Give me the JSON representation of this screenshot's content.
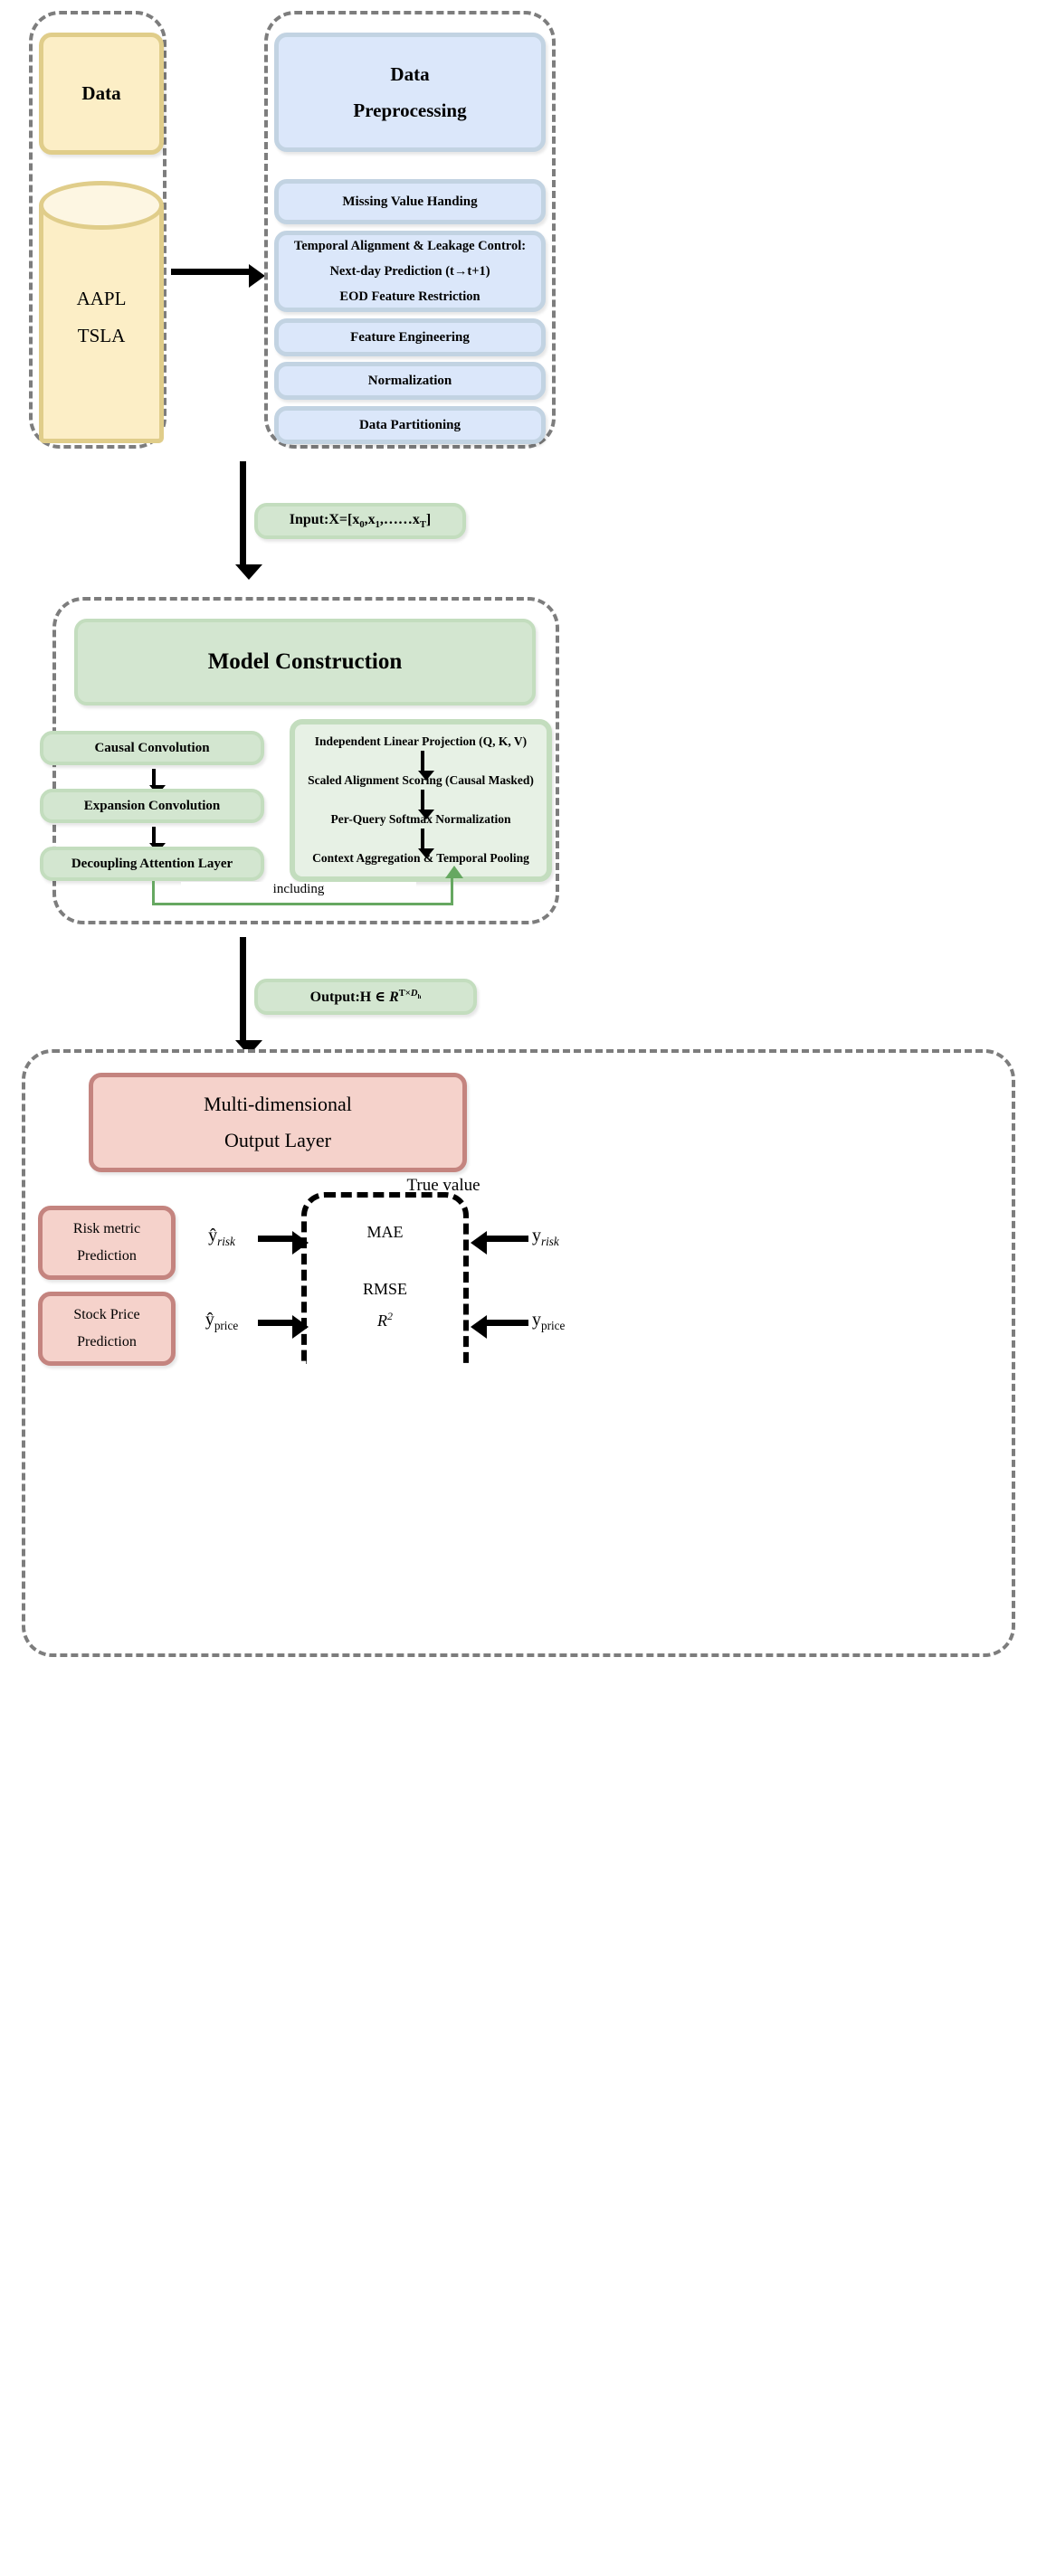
{
  "diagram": {
    "title": "Stock prediction model architecture flowchart",
    "colors": {
      "data_fill": "#fceec6",
      "data_stroke": "#e0cd8a",
      "preprocess_fill": "#dbe7fa",
      "preprocess_stroke": "#c2d3e2",
      "model_fill": "#d3e6d0",
      "model_stroke": "#c3ddbe",
      "output_fill": "#f5d2cb",
      "output_stroke": "#c4847f",
      "group_dash": "#7d7d7d",
      "arrow": "#000000",
      "including_connector": "#66a861"
    }
  },
  "data_section": {
    "title": "Data",
    "cylinder": {
      "line1": "AAPL",
      "line2": "TSLA"
    }
  },
  "preprocessing_section": {
    "title_line1": "Data",
    "title_line2": "Preprocessing",
    "steps": [
      {
        "label": "Missing Value Handing"
      },
      {
        "label_line1": "Temporal Alignment & Leakage Control:",
        "label_line2": "Next-day Prediction (t→t+1)",
        "label_line3": "EOD Feature Restriction"
      },
      {
        "label": "Feature Engineering"
      },
      {
        "label": "Normalization"
      },
      {
        "label": "Data Partitioning"
      }
    ]
  },
  "input_connector": {
    "text_prefix": "Input:X=[x",
    "sub0": "0",
    "sep1": ",x",
    "sub1": "1",
    "sep2": ",……x",
    "subT": "T",
    "suffix": "]"
  },
  "model_section": {
    "title": "Model Construction",
    "left_column": [
      {
        "label": "Causal Convolution"
      },
      {
        "label": "Expansion Convolution"
      },
      {
        "label": "Decoupling Attention Layer"
      }
    ],
    "right_column": [
      {
        "label": "Independent Linear Projection (Q, K, V)"
      },
      {
        "label": "Scaled Alignment Scoring (Causal Masked)"
      },
      {
        "label": "Per-Query Softmax Normalization"
      },
      {
        "label": "Context Aggregation & Temporal Pooling"
      }
    ],
    "connector_label": "including"
  },
  "output_connector": {
    "text_prefix": "Output:H ∈ ",
    "symbol": "R",
    "sup_T": "T×",
    "sup_D": "D",
    "sup_h": "h"
  },
  "output_section": {
    "title_line1": "Multi-dimensional",
    "title_line2": "Output Layer",
    "true_value_label": "True value",
    "predictions": [
      {
        "line1": "Risk metric",
        "line2": "Prediction"
      },
      {
        "line1": "Stock Price",
        "line2": "Prediction"
      }
    ],
    "pred_symbols": [
      {
        "hat": "ŷ",
        "sub": "risk",
        "italic": true
      },
      {
        "hat": "ŷ",
        "sub": "price",
        "italic": false
      }
    ],
    "true_symbols": [
      {
        "base": "y",
        "sub": "risk",
        "italic": true
      },
      {
        "base": "y",
        "sub": "price",
        "italic": false
      }
    ],
    "metrics": [
      {
        "label": "MAE",
        "italic": false
      },
      {
        "label": "RMSE",
        "italic": false
      },
      {
        "label": "R",
        "sup": "2",
        "italic": true
      }
    ]
  }
}
